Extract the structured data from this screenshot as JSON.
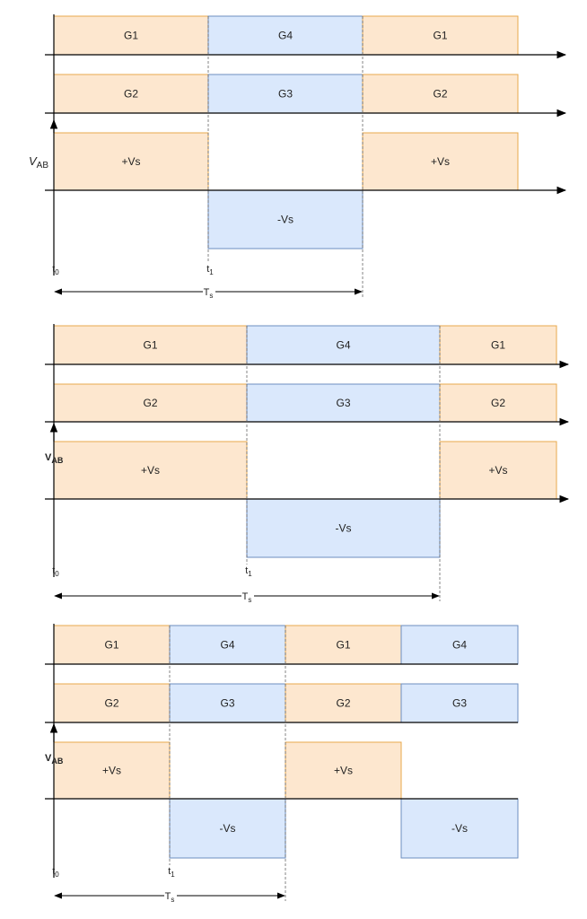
{
  "colors": {
    "positive_fill": "#fde7cf",
    "positive_stroke": "#e8a84c",
    "negative_fill": "#dae8fc",
    "negative_stroke": "#6c8ebf",
    "axis": "#000000"
  },
  "panels": [
    {
      "gate_rows": [
        {
          "segments": [
            {
              "label": "G1",
              "kind": "positive"
            },
            {
              "label": "G4",
              "kind": "negative"
            },
            {
              "label": "G1",
              "kind": "positive"
            }
          ]
        },
        {
          "segments": [
            {
              "label": "G2",
              "kind": "positive"
            },
            {
              "label": "G3",
              "kind": "negative"
            },
            {
              "label": "G2",
              "kind": "positive"
            }
          ]
        }
      ],
      "vab_label": "V",
      "vab_subscript": "AB",
      "vab_segments": [
        {
          "label": "+Vs",
          "kind": "positive"
        },
        {
          "label": "-Vs",
          "kind": "negative"
        },
        {
          "label": "+Vs",
          "kind": "positive"
        }
      ],
      "t0": {
        "main": "t",
        "sub": "0"
      },
      "t1": {
        "main": "t",
        "sub": "1"
      },
      "period": {
        "main": "T",
        "sub": "s"
      }
    },
    {
      "gate_rows": [
        {
          "segments": [
            {
              "label": "G1",
              "kind": "positive"
            },
            {
              "label": "G4",
              "kind": "negative"
            },
            {
              "label": "G1",
              "kind": "positive"
            }
          ]
        },
        {
          "segments": [
            {
              "label": "G2",
              "kind": "positive"
            },
            {
              "label": "G3",
              "kind": "negative"
            },
            {
              "label": "G2",
              "kind": "positive"
            }
          ]
        }
      ],
      "vab_label": "V",
      "vab_subscript": "AB",
      "vab_segments": [
        {
          "label": "+Vs",
          "kind": "positive"
        },
        {
          "label": "-Vs",
          "kind": "negative"
        },
        {
          "label": "+Vs",
          "kind": "positive"
        }
      ],
      "t0": {
        "main": "t",
        "sub": "0"
      },
      "t1": {
        "main": "t",
        "sub": "1"
      },
      "period": {
        "main": "T",
        "sub": "s"
      }
    },
    {
      "gate_rows": [
        {
          "segments": [
            {
              "label": "G1",
              "kind": "positive"
            },
            {
              "label": "G4",
              "kind": "negative"
            },
            {
              "label": "G1",
              "kind": "positive"
            },
            {
              "label": "G4",
              "kind": "negative"
            }
          ]
        },
        {
          "segments": [
            {
              "label": "G2",
              "kind": "positive"
            },
            {
              "label": "G3",
              "kind": "negative"
            },
            {
              "label": "G2",
              "kind": "positive"
            },
            {
              "label": "G3",
              "kind": "negative"
            }
          ]
        }
      ],
      "vab_label": "V",
      "vab_subscript": "AB",
      "vab_segments": [
        {
          "label": "+Vs",
          "kind": "positive"
        },
        {
          "label": "-Vs",
          "kind": "negative"
        },
        {
          "label": "+Vs",
          "kind": "positive"
        },
        {
          "label": "-Vs",
          "kind": "negative"
        }
      ],
      "t0": {
        "main": "t",
        "sub": "0"
      },
      "t1": {
        "main": "t",
        "sub": "1"
      },
      "period": {
        "main": "T",
        "sub": "s"
      }
    }
  ]
}
